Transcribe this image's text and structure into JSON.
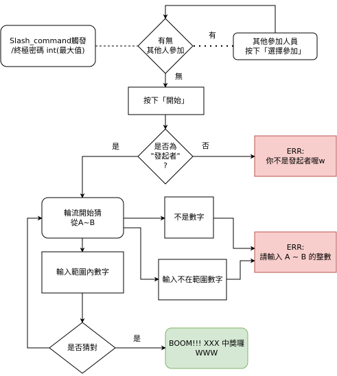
{
  "nodes": {
    "slash_command": "Slash_command觸發\n/終極密碼 int(最大值)",
    "other_participants_q": "有無\n其他人參加",
    "other_participant": "其他參加人員\n按下「選擇參加」",
    "press_start": "按下「開始」",
    "is_initiator_q": "是否為\n\"發起者\"\n?",
    "err_not_initiator": "ERR:\n你不是發起者喔w",
    "take_turns": "輪流開始猜\n從A~B",
    "not_number": "不是數字",
    "err_range": "ERR:\n請輸入 A ~ B 的整數",
    "input_in_range": "輸入範圍內數字",
    "input_out_of_range": "輸入不在範圍數字",
    "guessed_q": "是否猜對",
    "boom": "BOOM!!! XXX 中獎囉\nWWW"
  },
  "edge_labels": {
    "yes_participants": "有",
    "no_participants": "無",
    "yes_initiator": "是",
    "no_initiator": "否",
    "yes_guessed": "是"
  },
  "colors": {
    "error_fill": "#f8cecc",
    "error_stroke": "#b85450",
    "success_fill": "#d5e8d4",
    "success_stroke": "#82b366",
    "stroke": "#000000"
  }
}
